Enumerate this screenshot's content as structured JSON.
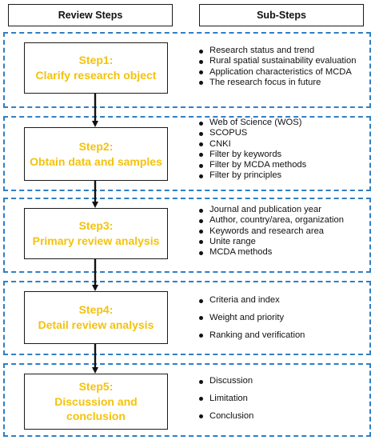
{
  "headers": {
    "left": "Review Steps",
    "right": "Sub-Steps"
  },
  "steps": [
    {
      "number_label": "Step1:",
      "title": "Clarify research object",
      "substeps": [
        "Research status and trend",
        "Rural spatial sustainability evaluation",
        "Application characteristics of MCDA",
        "The research focus in future"
      ]
    },
    {
      "number_label": "Step2:",
      "title": "Obtain data and samples",
      "substeps": [
        "Web of Science (WOS)",
        "SCOPUS",
        "CNKI",
        "Filter by keywords",
        "Filter by MCDA methods",
        "Filter by principles"
      ]
    },
    {
      "number_label": "Step3:",
      "title": "Primary review analysis",
      "substeps": [
        "Journal and publication year",
        "Author, country/area, organization",
        "Keywords and research area",
        "Unite range",
        "MCDA methods"
      ]
    },
    {
      "number_label": "Step4:",
      "title": "Detail review analysis",
      "substeps": [
        "Criteria and index",
        "Weight and priority",
        "Ranking and verification"
      ]
    },
    {
      "number_label": "Step5:",
      "title": "Discussion and conclusion",
      "substeps": [
        "Discussion",
        "Limitation",
        "Conclusion"
      ]
    }
  ],
  "colors": {
    "step_text": "#f4c20d",
    "section_border": "#2f7fc4",
    "outline": "#1a1a1a"
  }
}
